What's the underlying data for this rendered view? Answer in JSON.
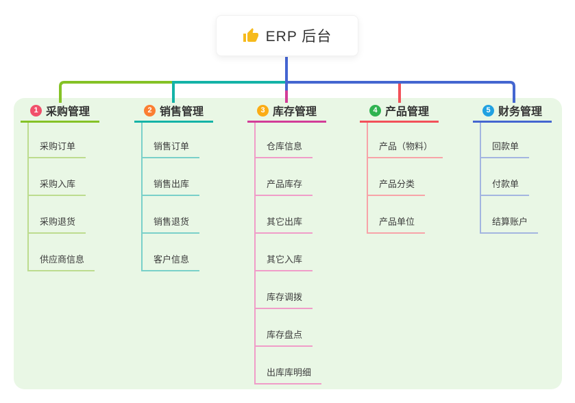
{
  "root": {
    "label": "ERP 后台",
    "icon": "thumbs-up-icon",
    "icon_color": "#f6ba1c",
    "connector_color": "#4565d2"
  },
  "panel": {
    "bg": "#e9f7e5"
  },
  "branches": [
    {
      "badge": "1",
      "label": "采购管理",
      "badge_color": "#f1506a",
      "line_color": "#85c226",
      "child_line_color": "#bcdc8e",
      "children": [
        "采购订单",
        "采购入库",
        "采购退货",
        "供应商信息"
      ]
    },
    {
      "badge": "2",
      "label": "销售管理",
      "badge_color": "#fb7e32",
      "line_color": "#14b3a7",
      "child_line_color": "#79d0c9",
      "children": [
        "销售订单",
        "销售出库",
        "销售退货",
        "客户信息"
      ]
    },
    {
      "badge": "3",
      "label": "库存管理",
      "badge_color": "#fbac15",
      "line_color": "#d23d98",
      "child_line_color": "#f09cc8",
      "children": [
        "仓库信息",
        "产品库存",
        "其它出库",
        "其它入库",
        "库存调拨",
        "库存盘点",
        "出库库明细"
      ]
    },
    {
      "badge": "4",
      "label": "产品管理",
      "badge_color": "#2fb350",
      "line_color": "#f25159",
      "child_line_color": "#f8a3a8",
      "children": [
        "产品（物料）",
        "产品分类",
        "产品单位"
      ]
    },
    {
      "badge": "5",
      "label": "财务管理",
      "badge_color": "#21a1e1",
      "line_color": "#4466d0",
      "child_line_color": "#a3b5e0",
      "children": [
        "回款单",
        "付款单",
        "结算账户"
      ]
    }
  ]
}
